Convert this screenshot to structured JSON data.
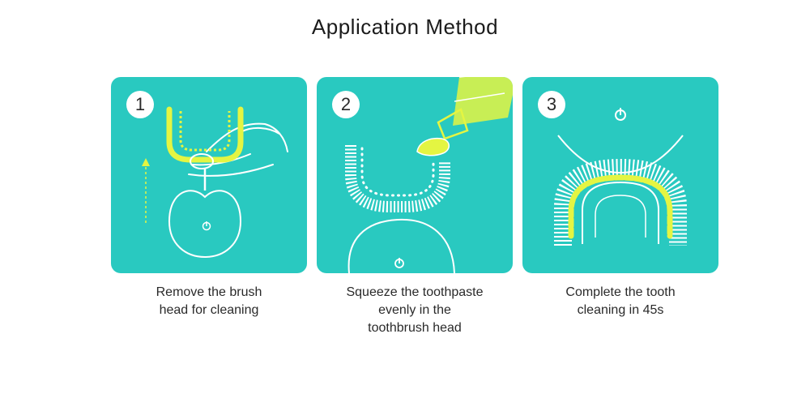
{
  "title": "Application Method",
  "colors": {
    "card": "#29c9c0",
    "line": "#ffffff",
    "accent": "#e4f542"
  },
  "steps": [
    {
      "number": "1",
      "caption_lines": [
        "Remove the brush",
        "head for cleaning"
      ]
    },
    {
      "number": "2",
      "caption_lines": [
        "Squeeze the toothpaste",
        "evenly in the",
        "toothbrush head"
      ]
    },
    {
      "number": "3",
      "caption_lines": [
        "Complete the tooth",
        "cleaning in 45s"
      ]
    }
  ]
}
